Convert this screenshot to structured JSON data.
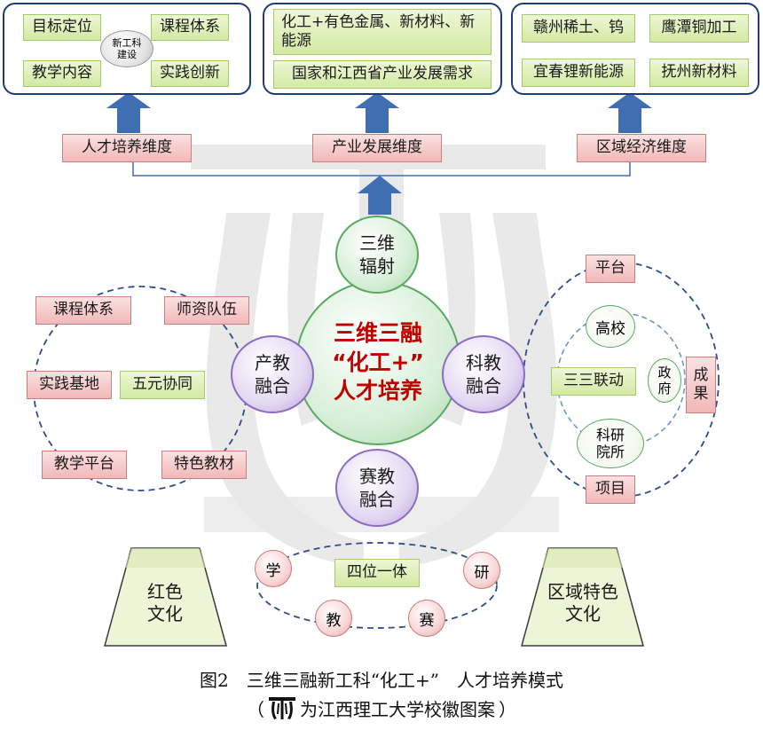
{
  "top_left": {
    "items": [
      "目标定位",
      "课程体系",
      "教学内容",
      "实践创新"
    ],
    "center_circle": "新工科\n建设"
  },
  "top_middle": {
    "items": [
      "化工+有色金属、新材料、新能源",
      "国家和江西省产业发展需求"
    ]
  },
  "top_right": {
    "items": [
      "赣州稀土、钨",
      "鹰潭铜加工",
      "宜春锂新能源",
      "抚州新材料"
    ]
  },
  "dimensions": [
    "人才培养维度",
    "产业发展维度",
    "区域经济维度"
  ],
  "center": {
    "radiation": "三维\n辐射",
    "title_line1": "三维三融",
    "title_line2": "“化工+”",
    "title_line3": "人才培养",
    "left": "产教\n融合",
    "right": "科教\n融合",
    "bottom": "赛教\n融合"
  },
  "left_group": {
    "items": [
      "课程体系",
      "师资队伍",
      "实践基地",
      "五元协同",
      "教学平台",
      "特色教材"
    ]
  },
  "right_group": {
    "platform": "平台",
    "project": "项目",
    "result": "成\n果",
    "university": "高校",
    "government": "政\n府",
    "institute": "科研\n院所",
    "center_label": "三三联动"
  },
  "bottom_group": {
    "center_label": "四位一体",
    "items": [
      "学",
      "教",
      "赛",
      "研"
    ]
  },
  "pedestals": {
    "left": "红色\n文化",
    "right": "区域特色\n文化"
  },
  "caption": {
    "line1": "图2　三维三融新工科“化工+”　人才培养模式",
    "line2_open": "（",
    "line2_text": "为江西理工大学校徽图案",
    "line2_close": "）"
  },
  "colors": {
    "frame": "#1f3b73",
    "arrow": "#3f6fb0",
    "title": "#c00000",
    "dashed": "#2e4d8a"
  }
}
